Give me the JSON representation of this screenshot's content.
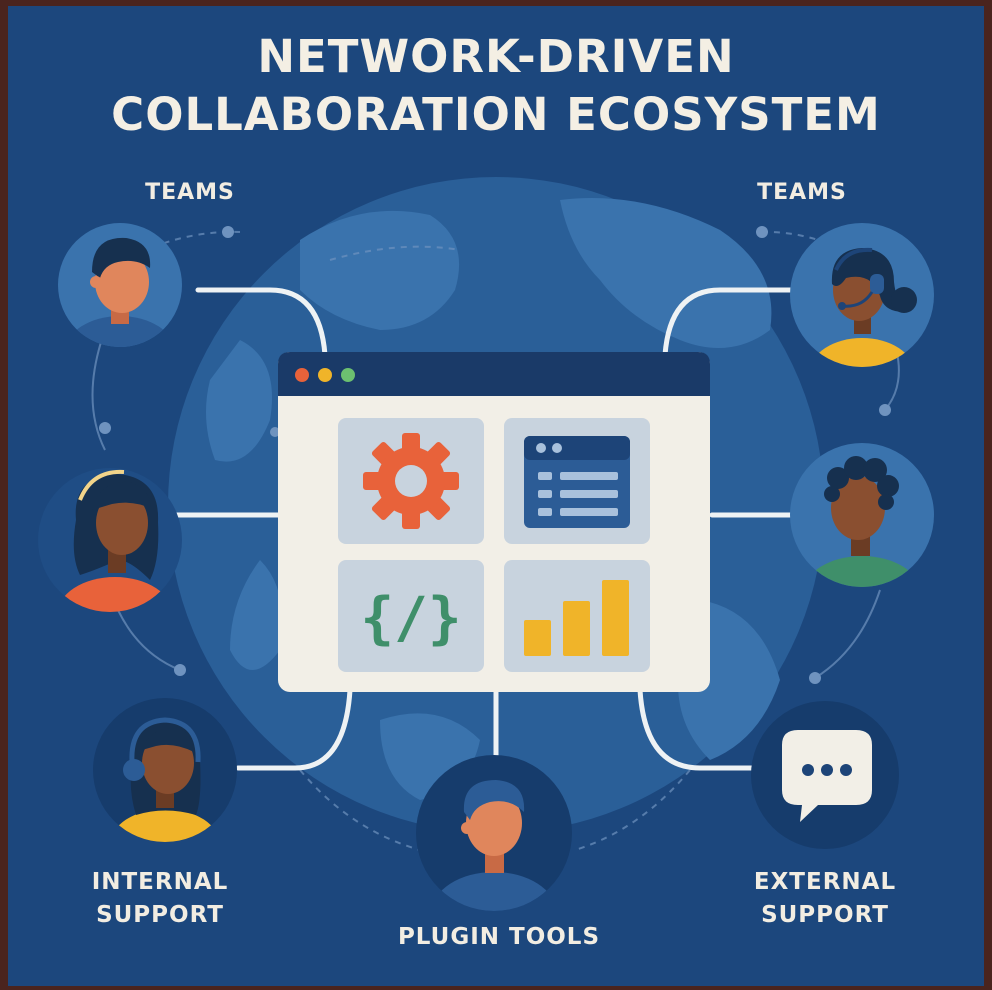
{
  "title": {
    "line1": "NETWORK-DRIVEN",
    "line2": "COLLABORATION ECOSYSTEM"
  },
  "labels": {
    "teams_left": "TEAMS",
    "teams_right": "TEAMS",
    "internal_support_line1": "INTERNAL",
    "internal_support_line2": "SUPPORT",
    "plugin_tools": "PLUGIN TOOLS",
    "external_support_line1": "EXTERNAL",
    "external_support_line2": "SUPPORT"
  },
  "app_window": {
    "title_bar_dots": [
      "#e8623a",
      "#f0b429",
      "#6cc070"
    ],
    "tiles": [
      "settings-gear",
      "dashboard-list",
      "code-braces",
      "bar-chart"
    ],
    "code_text": "{/}"
  },
  "colors": {
    "background": "#1c477d",
    "globe": "#2a5f98",
    "connector": "#eef2f4",
    "accent_orange": "#e8623a",
    "accent_yellow": "#f0b429",
    "accent_green": "#3f8f6a"
  }
}
